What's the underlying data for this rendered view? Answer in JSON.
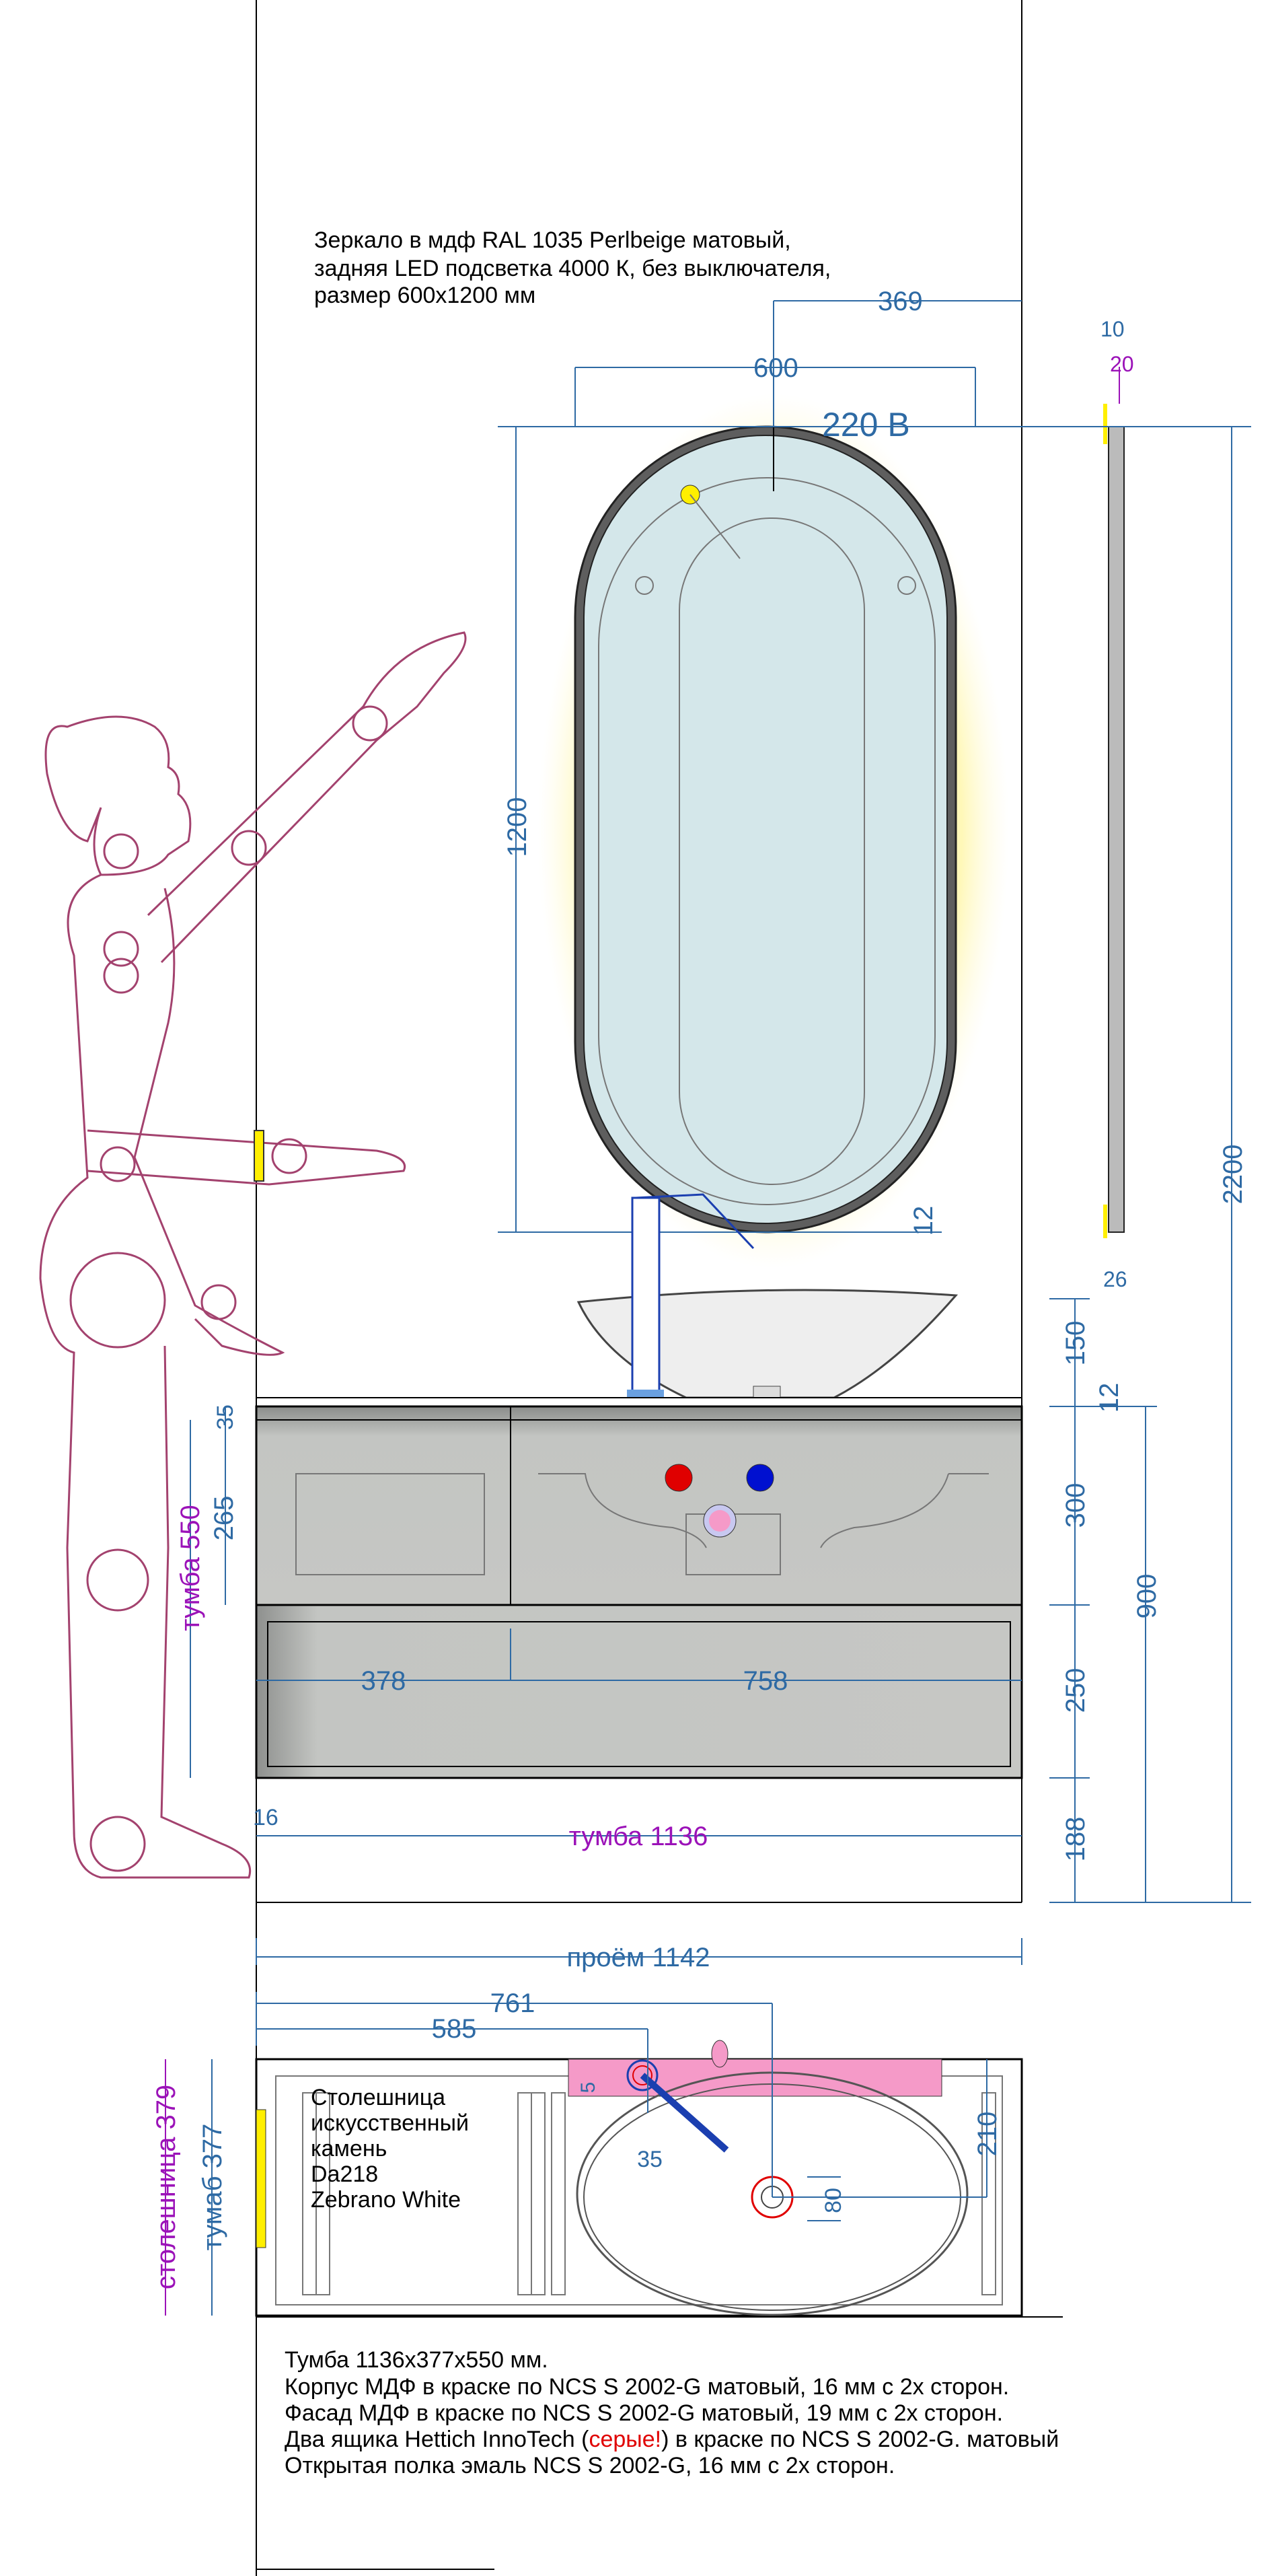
{
  "mirror_note": [
    "Зеркало в мдф RAL 1035 Perlbeige матовый,",
    "задняя LED подсветка 4000 К, без выключателя,",
    "размер 600х1200 мм"
  ],
  "power_label": "220 В",
  "dimensions": {
    "d369": "369",
    "d600": "600",
    "d10": "10",
    "d20": "20",
    "d1200": "1200",
    "d12_faucet": "12",
    "d26": "26",
    "d2200": "2200",
    "d150": "150",
    "d12_top": "12",
    "d900": "900",
    "d300": "300",
    "d250": "250",
    "d188": "188",
    "d35": "35",
    "d265": "265",
    "cab550": "тумба 550",
    "d378": "378",
    "d758": "758",
    "d16": "16",
    "cab1136": "тумба 1136",
    "opening1142": "проём 1142",
    "d761": "761",
    "d585": "585",
    "d5": "5",
    "d35_top": "35",
    "d80": "80",
    "d210": "210",
    "top379": "столешница 379",
    "cab377": "тумаб 377"
  },
  "countertop_note": [
    "Столешница",
    "искусственный",
    "камень",
    "Da218",
    "Zebrano White"
  ],
  "cabinet_note": {
    "line1": "Тумба 1136х377х550 мм.",
    "line2": "Корпус МДФ в краске по NCS S 2002-G матовый, 16 мм с 2х сторон.",
    "line3": "Фасад МДФ в краске по NCS S 2002-G матовый, 19 мм с 2х сторон.",
    "line4_pre": "Два ящика Hettich InnoTech (",
    "line4_red": "серые!",
    "line4_post": ") в краске по NCS S 2002-G. матовый",
    "line5": "Открытая полка эмаль NCS S 2002-G,  16 мм с 2х сторон."
  },
  "colors": {
    "dimension": "#2e6aa4",
    "accent_dimension": "#9b12b8",
    "hot": "#e00000",
    "cold": "#0010d0",
    "drain": "#f59ac8",
    "figure": "#a3426e"
  }
}
